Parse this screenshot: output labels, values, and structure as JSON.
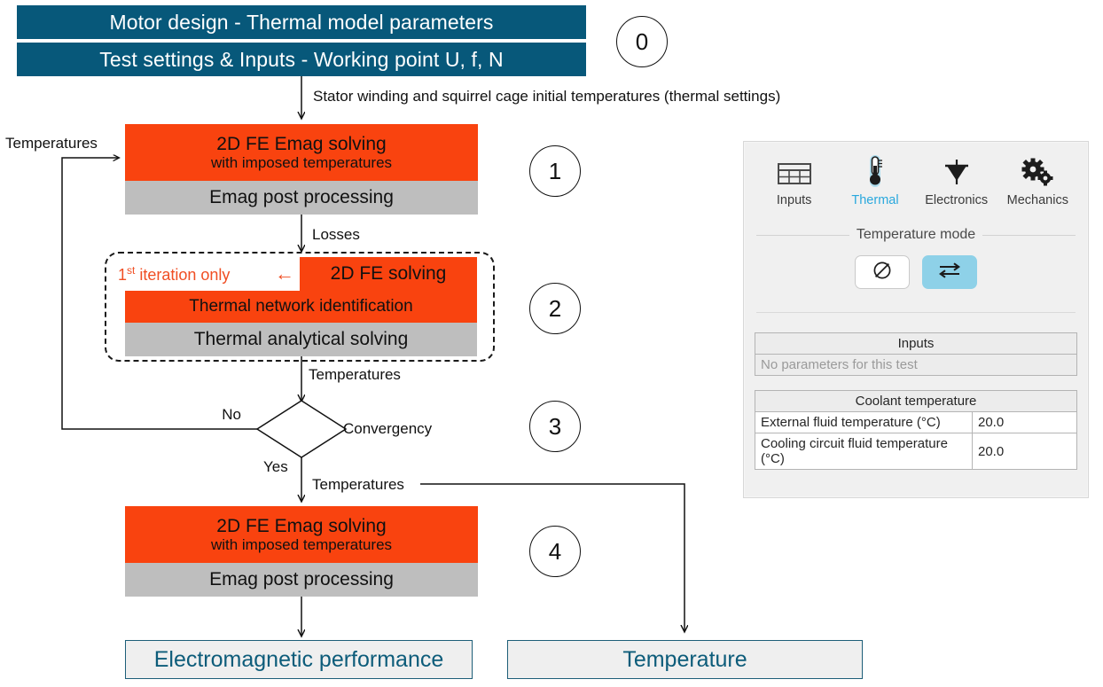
{
  "header": {
    "banner_1": "Motor design - Thermal model parameters",
    "banner_2": "Test settings & Inputs - Working point U, f, N",
    "step_0": "0"
  },
  "flow": {
    "edge_initial_temps": "Stator winding and squirrel cage initial temperatures (thermal settings)",
    "edge_temperatures_feedback": "Temperatures",
    "edge_losses": "Losses",
    "edge_temperatures_mid": "Temperatures",
    "edge_temperatures_yes": "Temperatures",
    "decision_no": "No",
    "decision_yes": "Yes",
    "decision_label": "Convergency",
    "first_iteration_note": "1",
    "first_iteration_note_sup": "st",
    "first_iteration_note_rest": " iteration only",
    "first_iteration_arrow": "←"
  },
  "steps": {
    "one": {
      "number": "1",
      "title": "2D FE Emag solving",
      "subtitle": "with imposed temperatures",
      "post": "Emag post processing"
    },
    "two": {
      "number": "2",
      "row_1": "2D FE solving",
      "row_2": "Thermal network identification",
      "row_3": "Thermal analytical solving"
    },
    "three": {
      "number": "3"
    },
    "four": {
      "number": "4",
      "title": "2D FE Emag solving",
      "subtitle": "with imposed temperatures",
      "post": "Emag post processing"
    }
  },
  "results": {
    "electromagnetic": "Electromagnetic performance",
    "temperature": "Temperature"
  },
  "panel": {
    "ribbon": [
      {
        "label": "Inputs",
        "icon": "table-icon",
        "active": false
      },
      {
        "label": "Thermal",
        "icon": "thermometer-icon",
        "active": true
      },
      {
        "label": "Electronics",
        "icon": "diode-icon",
        "active": false
      },
      {
        "label": "Mechanics",
        "icon": "gears-icon",
        "active": false
      }
    ],
    "temperature_mode": {
      "title": "Temperature mode",
      "option_none": {
        "icon": "null-slashed-circle-icon",
        "selected": false
      },
      "option_bidirectional": {
        "icon": "bidirectional-arrows-icon",
        "selected": true
      }
    },
    "inputs_table": {
      "header": "Inputs",
      "empty_message": "No parameters for this test"
    },
    "coolant_table": {
      "header": "Coolant temperature",
      "rows": [
        {
          "label": "External fluid temperature (°C)",
          "value": "20.0"
        },
        {
          "label": "Cooling circuit fluid temperature (°C)",
          "value": "20.0"
        }
      ]
    }
  },
  "colors": {
    "banner_teal": "#07587a",
    "block_orange": "#f9430f",
    "block_gray": "#bebebe",
    "accent_blue": "#29a8dd",
    "toggle_selected": "#8ed1e8",
    "result_border": "#1d5e78"
  }
}
